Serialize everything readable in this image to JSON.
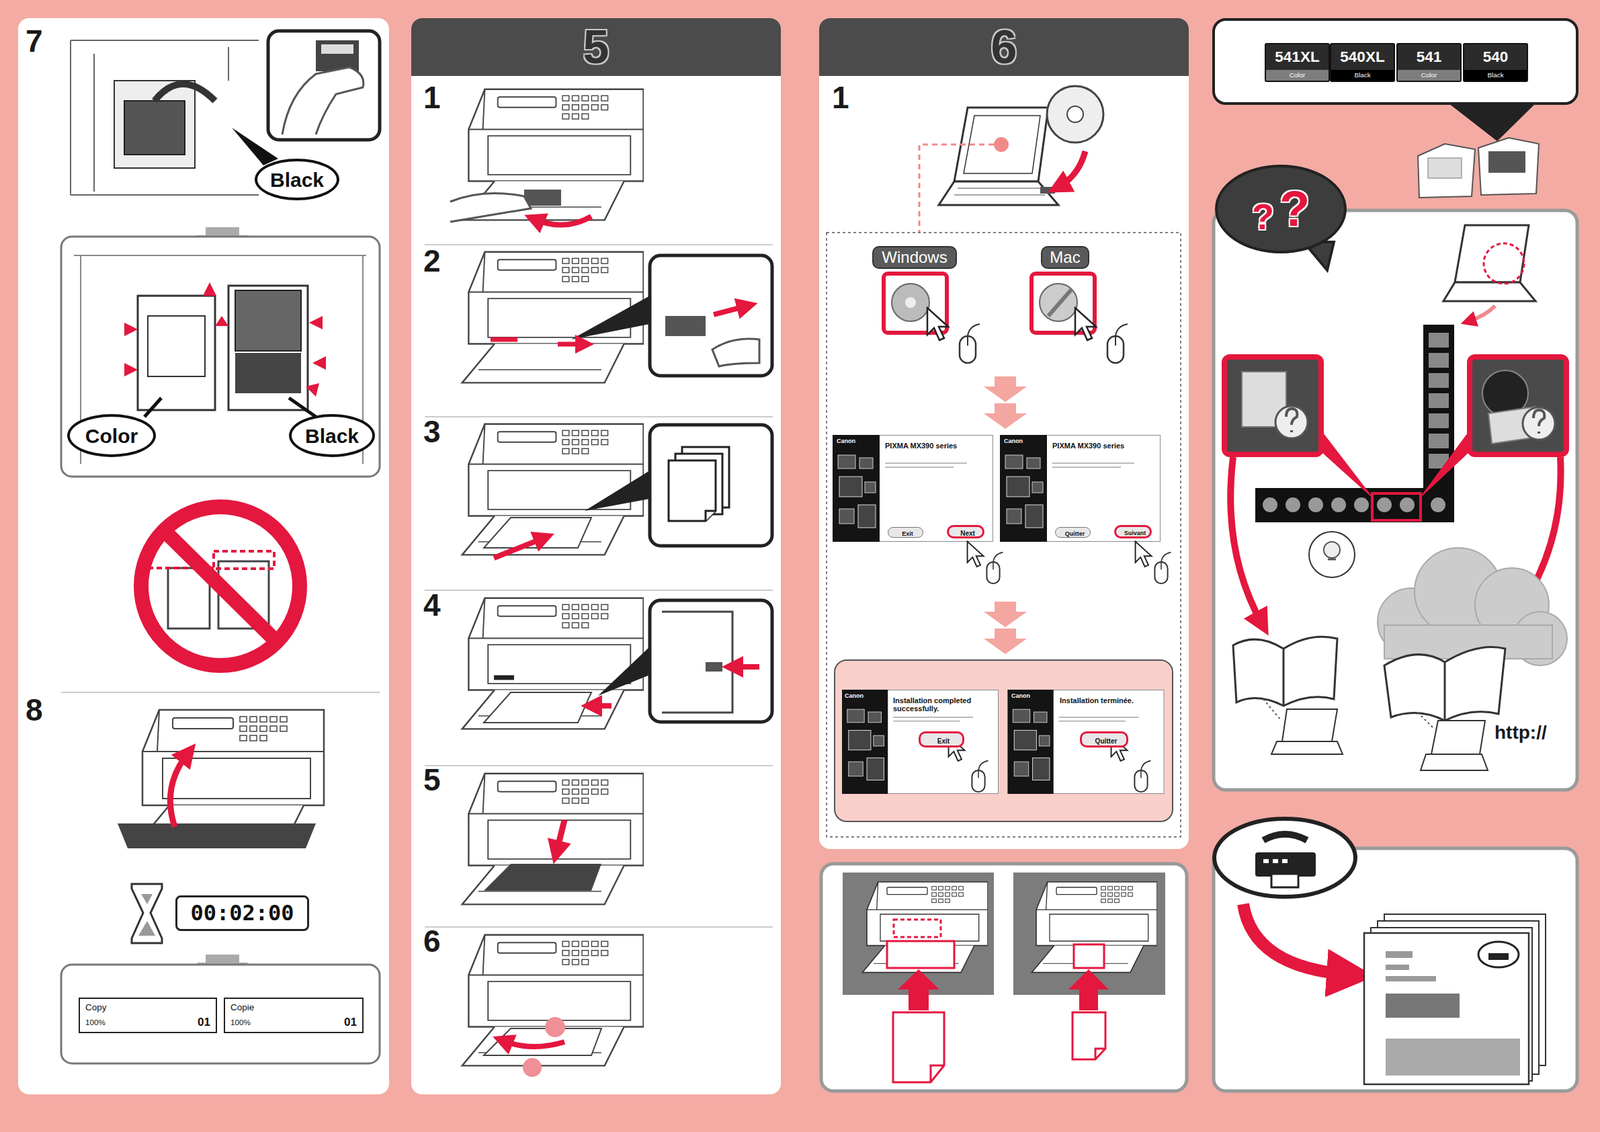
{
  "diagram": {
    "nodes": [
      {
        "text": [
          "Black"
        ]
      },
      {
        "text": [
          "Color"
        ]
      },
      {
        "text": [
          "Black"
        ]
      },
      {
        "text": [
          "00:02:00"
        ]
      },
      {
        "text": [
          "Copy",
          "100%",
          "01"
        ]
      },
      {
        "text": [
          "Copie",
          "100%",
          "01"
        ]
      },
      {
        "text": [
          "5"
        ]
      },
      {
        "text": [
          "6"
        ]
      },
      {
        "text": [
          "Windows"
        ]
      },
      {
        "text": [
          "Mac"
        ]
      },
      {
        "text": [
          "Canon",
          "PIXMA MX390 series"
        ]
      },
      {
        "text": [
          "Exit"
        ],
        "in": 10
      },
      {
        "text": [
          "Next"
        ],
        "in": 10
      },
      {
        "text": [
          "Canon",
          "PIXMA MX390 series"
        ]
      },
      {
        "text": [
          "Quitter"
        ],
        "in": 13
      },
      {
        "text": [
          "Suivant"
        ],
        "in": 13
      },
      {
        "text": [
          "Canon",
          "Installation completed successfully."
        ]
      },
      {
        "text": [
          "Exit"
        ],
        "in": 16
      },
      {
        "text": [
          "Canon",
          "Installation terminée."
        ]
      },
      {
        "text": [
          "Quitter"
        ],
        "in": 18
      },
      {
        "text": [
          "541XL",
          "Color"
        ]
      },
      {
        "text": [
          "540XL",
          "Black"
        ]
      },
      {
        "text": [
          "541",
          "Color"
        ]
      },
      {
        "text": [
          "540",
          "Black"
        ]
      },
      {
        "text": [
          "?",
          "?"
        ]
      }
    ],
    "labels": [
      "7",
      "8",
      "1",
      "2",
      "3",
      "4",
      "5",
      "6",
      "1",
      "http://"
    ]
  }
}
